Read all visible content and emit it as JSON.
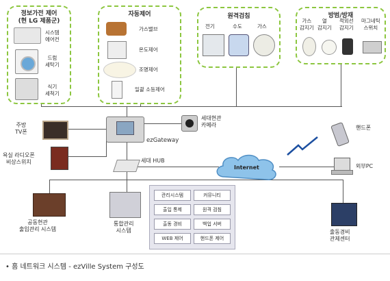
{
  "groups": {
    "appliance": {
      "title_line1": "정보가전 제어",
      "title_line2": "(현 LG 제품군)",
      "items": [
        "시스템\n에어컨",
        "드럼\n세탁기",
        "식기\n세척기"
      ]
    },
    "auto": {
      "title": "자동제어",
      "items": [
        "가스밸브",
        "온도제어",
        "조명제어",
        "일괄 소등제어"
      ]
    },
    "meter": {
      "title": "원격검침",
      "items": [
        "전기",
        "수도",
        "가스"
      ]
    },
    "security": {
      "title": "방범/방재",
      "items": [
        "가스\n감지기",
        "열\n감지기",
        "적외선\n감지기",
        "마그네틱\n스위치"
      ]
    }
  },
  "devices": {
    "kitchen_tv": "주방\nTV폰",
    "bath_radio": "욕실 라디오폰\n비상스위치",
    "door_camera": "세대현관\n카메라",
    "gateway": "ezGateway",
    "hub": "세대 HUB",
    "internet": "Internet",
    "handphone": "핸드폰",
    "external_pc": "외부PC",
    "entrance": "공동현관\n출입관리 시스템",
    "mgmt": "통합관리\n시스템",
    "security_center": "출동경비\n관제센터"
  },
  "services": [
    "관리시스템",
    "커뮤니티",
    "출입 통제",
    "원격 검침",
    "출동 경비",
    "백업 서버",
    "WEB 제어",
    "핸드폰 제어"
  ],
  "caption": "• 홈 네트워크 시스템 - ezVille System 구성도"
}
